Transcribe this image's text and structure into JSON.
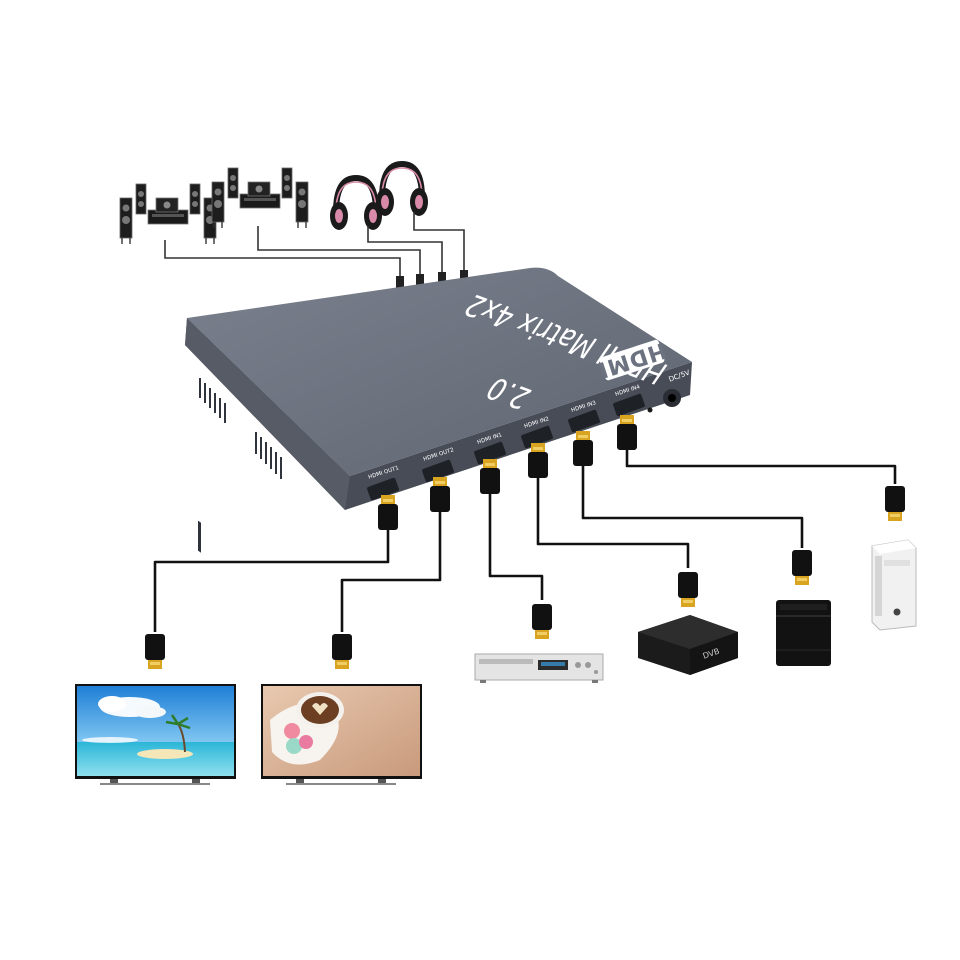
{
  "device": {
    "title": "HDMI Matrix 4x2",
    "logo": "HDMI",
    "version": "2.0",
    "power_label": "DC/5V",
    "ports": [
      "HDMI OUT1",
      "HDMI OUT2",
      "HDMI IN1",
      "HDMI IN2",
      "HDMI IN3",
      "HDMI IN4"
    ]
  },
  "set_top_box": {
    "label": "DVB"
  },
  "colors": {
    "chassis": "#6c7280",
    "chassis_dark": "#474c57",
    "cable": "#111111",
    "gold": "#d9a520",
    "headphone_accent": "#d98aa8"
  },
  "icons": [
    "speaker-system-icon",
    "headphones-icon",
    "tv-icon",
    "dvd-player-icon",
    "set-top-box-icon",
    "game-console-icon",
    "pc-tower-icon",
    "hdmi-plug-icon"
  ]
}
